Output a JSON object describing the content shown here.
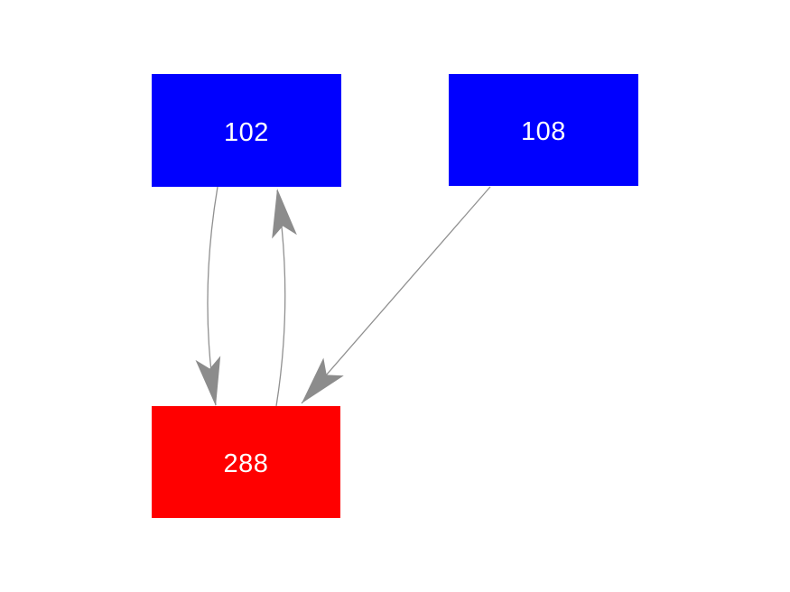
{
  "diagram": {
    "background": "#ffffff",
    "edge_color": "#909090",
    "arrowhead_color": "#8c8c8c",
    "nodes": [
      {
        "id": "102",
        "label": "102",
        "fill": "#0000ff",
        "text_color": "#ffffff"
      },
      {
        "id": "108",
        "label": "108",
        "fill": "#0000ff",
        "text_color": "#ffffff"
      },
      {
        "id": "288",
        "label": "288",
        "fill": "#ff0000",
        "text_color": "#ffffff"
      }
    ],
    "edges": [
      {
        "from": "102",
        "to": "288",
        "style": "curved",
        "direction": "down"
      },
      {
        "from": "288",
        "to": "102",
        "style": "curved",
        "direction": "up"
      },
      {
        "from": "108",
        "to": "288",
        "style": "straight",
        "direction": "down-left"
      }
    ]
  }
}
